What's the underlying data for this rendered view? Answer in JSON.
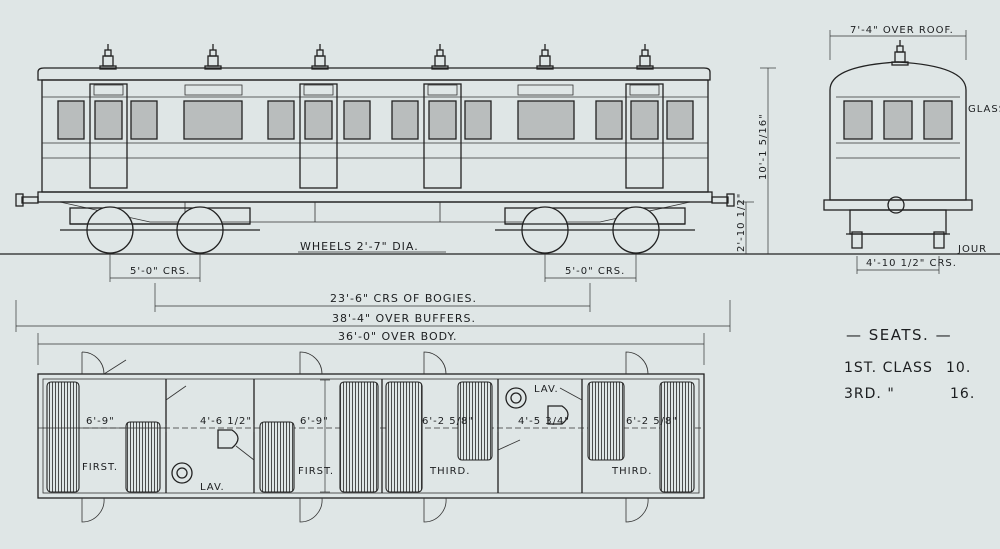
{
  "side_elevation": {
    "wheels_label": "WHEELS 2'-7\" DIA.",
    "bogie_wheelbase_left": "5'-0\" CRS.",
    "bogie_wheelbase_right": "5'-0\" CRS.",
    "bogie_centres": "23'-6\" CRS OF BOGIES.",
    "over_buffers": "38'-4\" OVER BUFFERS.",
    "over_body": "36'-0\" OVER BODY.",
    "height_total": "10'-1 5/16\"",
    "height_floor": "2'-10 1/2\""
  },
  "end_elevation": {
    "over_roof": "7'-4\" OVER ROOF.",
    "glass_note": "GLASS CLASS ONLY",
    "wheel_centres": "4'-10 1/2\" CRS.",
    "rail_label": "JOUR"
  },
  "plan": {
    "compartments": [
      {
        "label": "FIRST.",
        "width": "6'-9\""
      },
      {
        "label": "LAV.",
        "width": "4'-6 1/2\""
      },
      {
        "label": "FIRST.",
        "width": "6'-9\""
      },
      {
        "label": "THIRD.",
        "width": "6'-2 5/8\""
      },
      {
        "label": "LAV.",
        "width": "4'-5 3/4\""
      },
      {
        "label": "THIRD.",
        "width": "6'-2 5/8\""
      }
    ]
  },
  "seats_table": {
    "title": "— SEATS. —",
    "rows": [
      {
        "class": "1ST. CLASS",
        "count": "10."
      },
      {
        "class": "3RD.  \"",
        "count": "16."
      }
    ]
  }
}
